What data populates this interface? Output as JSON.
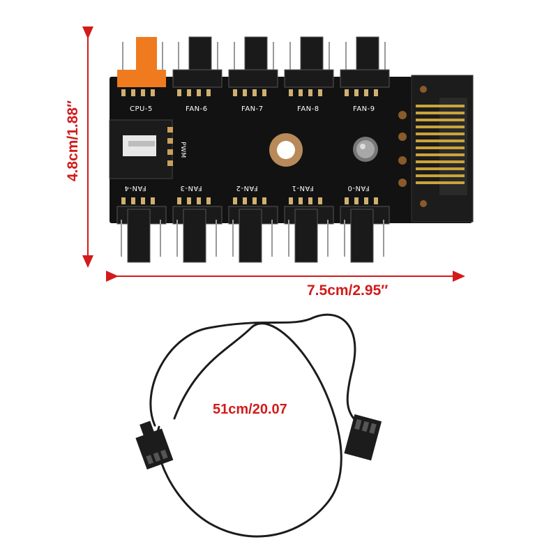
{
  "dimensions": {
    "height": "4.8cm/1.88″",
    "width": "7.5cm/2.95″",
    "cable_length": "51cm/20.07"
  },
  "board": {
    "top_headers": [
      "CPU-5",
      "FAN-6",
      "FAN-7",
      "FAN-8",
      "FAN-9"
    ],
    "bottom_headers": [
      "FAN-4",
      "FAN-3",
      "FAN-2",
      "FAN-1",
      "FAN-0"
    ],
    "pwm_label": "PWM"
  },
  "colors": {
    "dimension": "#d21b1b",
    "pcb": "#111111",
    "cpu_header": "#f07a1e",
    "connector": "#1a1a1a"
  }
}
